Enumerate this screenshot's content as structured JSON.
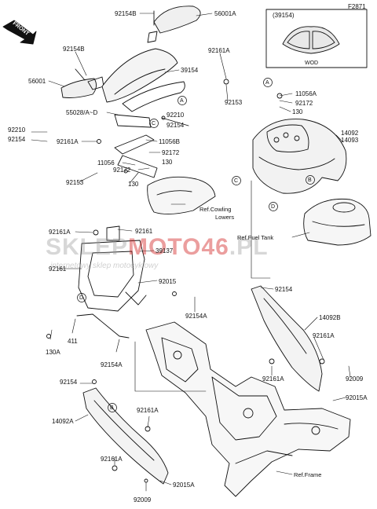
{
  "diagram": {
    "figure_number": "F2871",
    "front_label": "FRONT",
    "inset": {
      "part": "(39154)",
      "caption": "WOD"
    },
    "labels": [
      {
        "id": "l01",
        "text": "92154B"
      },
      {
        "id": "l02",
        "text": "56001A"
      },
      {
        "id": "l03",
        "text": "92154B"
      },
      {
        "id": "l04",
        "text": "92161A"
      },
      {
        "id": "l05",
        "text": "56001"
      },
      {
        "id": "l06",
        "text": "39154"
      },
      {
        "id": "l07",
        "text": "92153"
      },
      {
        "id": "l08",
        "text": "55028/A~D"
      },
      {
        "id": "l09",
        "text": "92210"
      },
      {
        "id": "l10",
        "text": "92154"
      },
      {
        "id": "l11",
        "text": "92210"
      },
      {
        "id": "l12",
        "text": "92154"
      },
      {
        "id": "l13",
        "text": "92161A"
      },
      {
        "id": "l14",
        "text": "11056B"
      },
      {
        "id": "l15",
        "text": "92172"
      },
      {
        "id": "l16",
        "text": "11056"
      },
      {
        "id": "l17",
        "text": "92172"
      },
      {
        "id": "l18",
        "text": "130"
      },
      {
        "id": "l19",
        "text": "92153"
      },
      {
        "id": "l20",
        "text": "130"
      },
      {
        "id": "l21",
        "text": "11056A"
      },
      {
        "id": "l22",
        "text": "92172"
      },
      {
        "id": "l23",
        "text": "130"
      },
      {
        "id": "l24",
        "text": "14092"
      },
      {
        "id": "l25",
        "text": "14093"
      },
      {
        "id": "l26",
        "text": "92161A"
      },
      {
        "id": "l27",
        "text": "92161"
      },
      {
        "id": "l28",
        "text": "39137"
      },
      {
        "id": "l29",
        "text": "92161"
      },
      {
        "id": "l30",
        "text": "92015"
      },
      {
        "id": "l31",
        "text": "92154A"
      },
      {
        "id": "l32",
        "text": "411"
      },
      {
        "id": "l33",
        "text": "130A"
      },
      {
        "id": "l34",
        "text": "92154A"
      },
      {
        "id": "l35",
        "text": "92154"
      },
      {
        "id": "l36",
        "text": "14092B"
      },
      {
        "id": "l37",
        "text": "92161A"
      },
      {
        "id": "l38",
        "text": "92161A"
      },
      {
        "id": "l39",
        "text": "92009"
      },
      {
        "id": "l40",
        "text": "92015A"
      },
      {
        "id": "l41",
        "text": "92154"
      },
      {
        "id": "l42",
        "text": "14092A"
      },
      {
        "id": "l43",
        "text": "92161A"
      },
      {
        "id": "l44",
        "text": "92161A"
      },
      {
        "id": "l45",
        "text": "92015A"
      },
      {
        "id": "l46",
        "text": "92009"
      }
    ],
    "references": [
      {
        "id": "r1",
        "text": "Ref.Cowling"
      },
      {
        "id": "r2",
        "text": "Lowers"
      },
      {
        "id": "r3",
        "text": "Ref.Fuel Tank"
      },
      {
        "id": "r4",
        "text": "Ref.Frame"
      }
    ],
    "callouts": [
      "A",
      "C",
      "D",
      "B",
      "A",
      "C",
      "D",
      "B"
    ]
  },
  "watermark": {
    "brand_part1": "SKLEP",
    "brand_part2": "MOTO46",
    "brand_part3": ".PL",
    "tagline": "internetowy sklep motocyklowy"
  }
}
